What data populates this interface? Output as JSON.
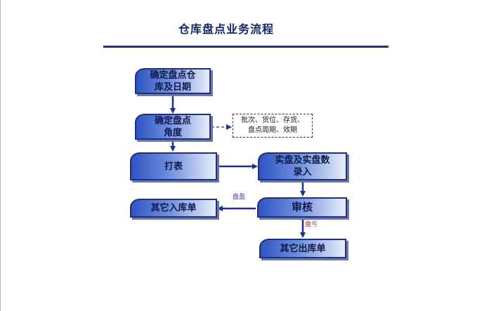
{
  "title": "仓库盘点业务流程",
  "nodes": {
    "warehouse_date": {
      "line1": "确定盘点仓",
      "line2": "库及日期"
    },
    "angle": {
      "line1": "确定盘点",
      "line2": "角度"
    },
    "print": {
      "label": "打表"
    },
    "entry": {
      "line1": "实盘及实盘数",
      "line2": "录入"
    },
    "audit": {
      "label": "审核"
    },
    "other_in": {
      "label": "其它入库单"
    },
    "other_out": {
      "label": "其它出库单"
    }
  },
  "note": {
    "line1": "批次、货位、存货、",
    "line2": "盘点周期、效期"
  },
  "edge_labels": {
    "surplus": "盘盈",
    "loss": "盘亏"
  },
  "colors": {
    "node_border": "#1c2f8c",
    "arrow": "#1c2f8c",
    "surplus_label": "#3a3aa8",
    "loss_label": "#c0262c"
  }
}
